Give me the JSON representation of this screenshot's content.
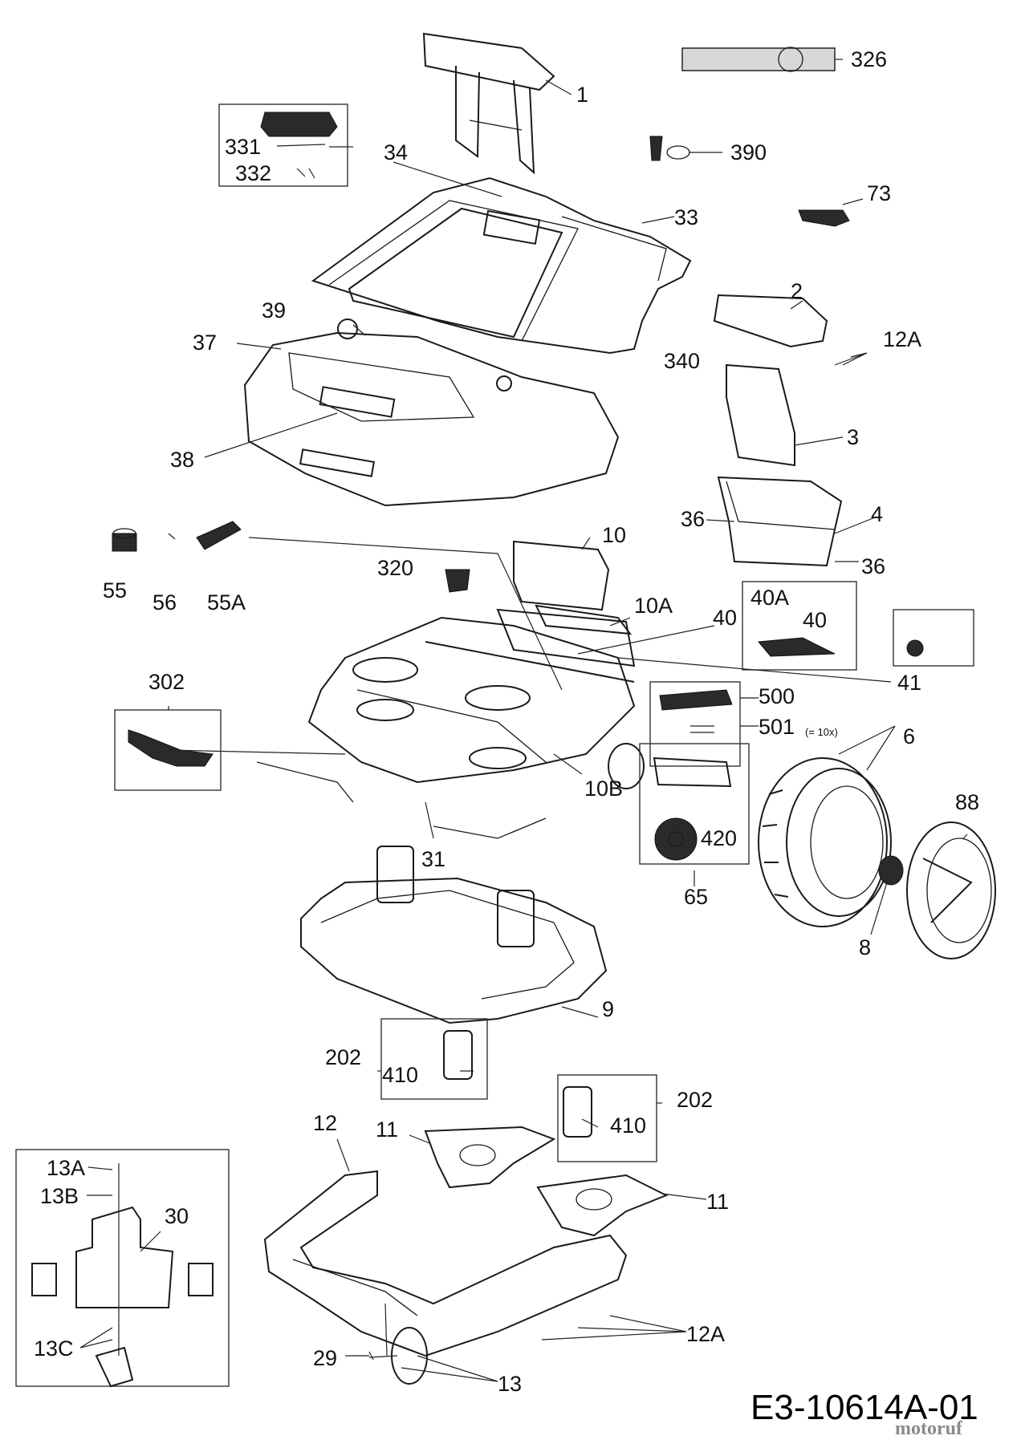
{
  "diagram": {
    "code": "E3-10614A-01",
    "watermark": "motoruf",
    "labels": {
      "l1": "1",
      "l2": "2",
      "l3": "3",
      "l4": "4",
      "l6": "6",
      "l8": "8",
      "l9": "9",
      "l10": "10",
      "l10A": "10A",
      "l10B": "10B",
      "l11a": "11",
      "l11b": "11",
      "l12": "12",
      "l12A_top": "12A",
      "l12A_bot": "12A",
      "l13": "13",
      "l13A": "13A",
      "l13B": "13B",
      "l13C": "13C",
      "l29": "29",
      "l30": "30",
      "l31": "31",
      "l33": "33",
      "l34": "34",
      "l36a": "36",
      "l36b": "36",
      "l37": "37",
      "l38": "38",
      "l39": "39",
      "l40": "40",
      "l40A": "40A",
      "l40box": "40",
      "l41": "41",
      "l55": "55",
      "l55A": "55A",
      "l56": "56",
      "l65": "65",
      "l73": "73",
      "l88": "88",
      "l202a": "202",
      "l202b": "202",
      "l302": "302",
      "l320": "320",
      "l326": "326",
      "l331": "331",
      "l332": "332",
      "l340": "340",
      "l390": "390",
      "l410a": "410",
      "l410b": "410",
      "l420": "420",
      "l500": "500",
      "l501": "501",
      "l501note": "(= 10x)"
    }
  }
}
